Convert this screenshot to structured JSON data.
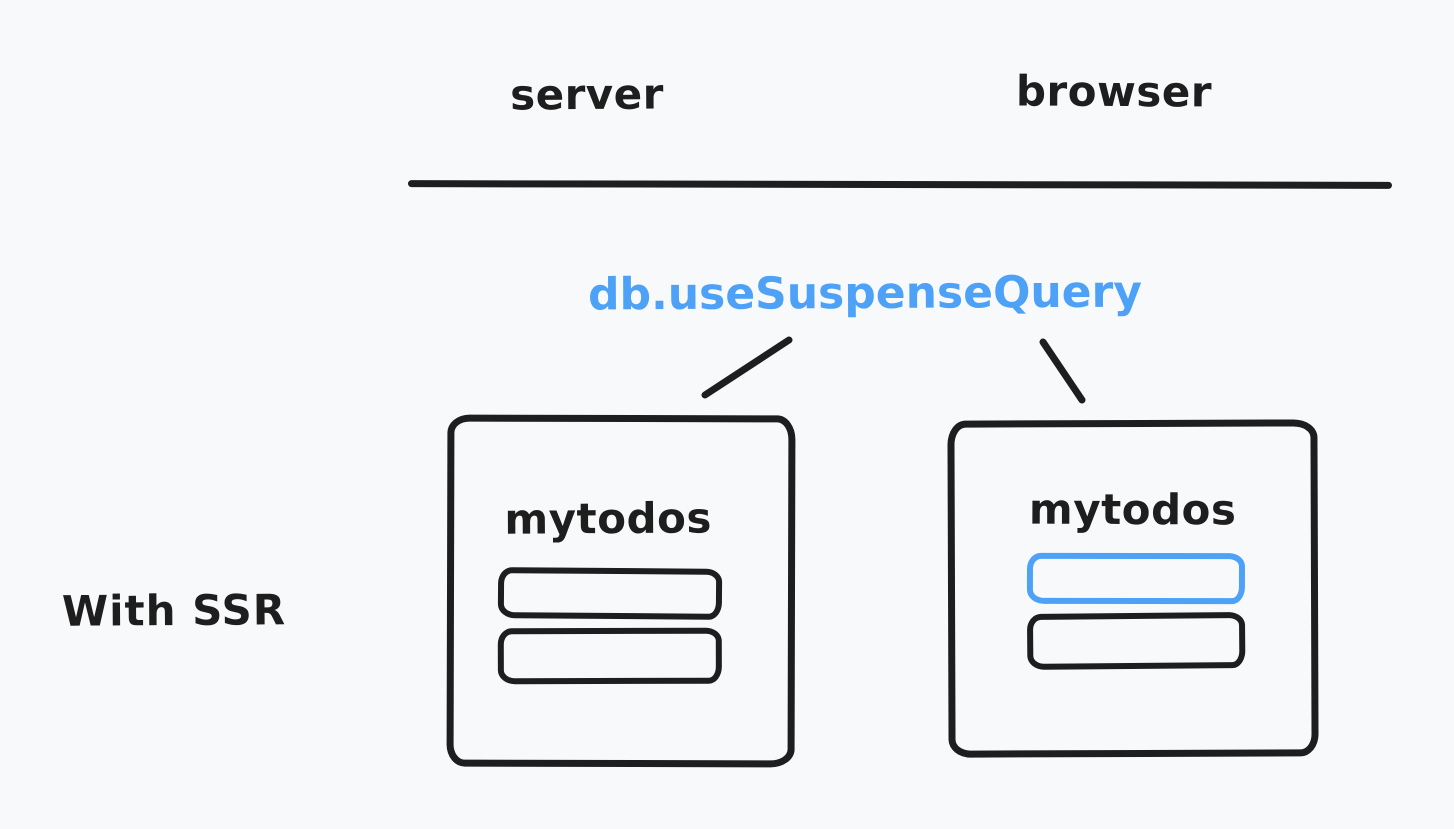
{
  "canvas": {
    "background": "#f8f9fb",
    "ink": "#1e1e1e",
    "accent": "#4da2f7"
  },
  "columns": {
    "server_label": "server",
    "browser_label": "browser"
  },
  "hook": {
    "label": "db.useSuspenseQuery"
  },
  "row_label": "With SSR",
  "server_box": {
    "title": "mytodos",
    "items": [
      {
        "color": "ink"
      },
      {
        "color": "ink"
      }
    ]
  },
  "browser_box": {
    "title": "mytodos",
    "items": [
      {
        "color": "accent"
      },
      {
        "color": "ink"
      }
    ]
  }
}
